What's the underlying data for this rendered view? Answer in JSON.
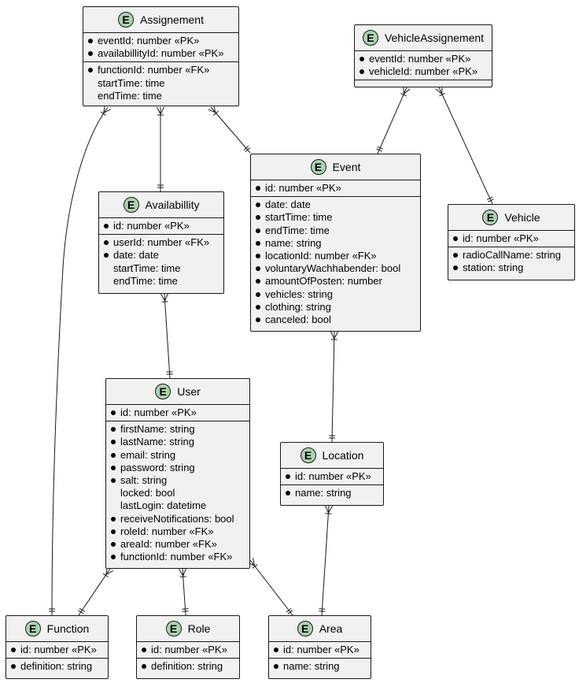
{
  "icon": {
    "name": "entity-badge-icon",
    "glyph": "E",
    "color": "#ADD1B2"
  },
  "colors": {
    "background": "#F1F1F1",
    "border": "#181818",
    "line": "#181818"
  },
  "entities": {
    "assignement": {
      "name": "Assignement",
      "sections": [
        [
          {
            "text": "eventId: number «PK»",
            "required": true
          },
          {
            "text": "availabillityId: number «PK»",
            "required": true
          }
        ],
        [
          {
            "text": "functionId: number «FK»",
            "required": true
          },
          {
            "text": "startTime: time",
            "required": false
          },
          {
            "text": "endTime: time",
            "required": false
          }
        ]
      ]
    },
    "vehicleAssignement": {
      "name": "VehicleAssignement",
      "sections": [
        [
          {
            "text": "eventId: number «PK»",
            "required": true
          },
          {
            "text": "vehicleId: number «PK»",
            "required": true
          }
        ],
        []
      ]
    },
    "event": {
      "name": "Event",
      "sections": [
        [
          {
            "text": "id: number «PK»",
            "required": true
          }
        ],
        [
          {
            "text": "date: date",
            "required": true
          },
          {
            "text": "startTime: time",
            "required": true
          },
          {
            "text": "endTime: time",
            "required": true
          },
          {
            "text": "name: string",
            "required": true
          },
          {
            "text": "locationId: number «FK»",
            "required": true
          },
          {
            "text": "voluntaryWachhabender: bool",
            "required": true
          },
          {
            "text": "amountOfPosten: number",
            "required": true
          },
          {
            "text": "vehicles: string",
            "required": true
          },
          {
            "text": "clothing: string",
            "required": true
          },
          {
            "text": "canceled: bool",
            "required": true
          }
        ]
      ]
    },
    "availabillity": {
      "name": "Availabillity",
      "sections": [
        [
          {
            "text": "id: number «PK»",
            "required": true
          }
        ],
        [
          {
            "text": "userId: number «FK»",
            "required": true
          },
          {
            "text": "date: date",
            "required": true
          },
          {
            "text": "startTime: time",
            "required": false
          },
          {
            "text": "endTime: time",
            "required": false
          }
        ]
      ]
    },
    "vehicle": {
      "name": "Vehicle",
      "sections": [
        [
          {
            "text": "id: number «PK»",
            "required": true
          }
        ],
        [
          {
            "text": "radioCallName: string",
            "required": true
          },
          {
            "text": "station: string",
            "required": true
          }
        ]
      ]
    },
    "user": {
      "name": "User",
      "sections": [
        [
          {
            "text": "id: number «PK»",
            "required": true
          }
        ],
        [
          {
            "text": "firstName: string",
            "required": true
          },
          {
            "text": "lastName: string",
            "required": true
          },
          {
            "text": "email: string",
            "required": true
          },
          {
            "text": "password: string",
            "required": true
          },
          {
            "text": "salt: string",
            "required": true
          },
          {
            "text": "locked: bool",
            "required": false
          },
          {
            "text": "lastLogin: datetime",
            "required": false
          },
          {
            "text": "receiveNotifications: bool",
            "required": true
          },
          {
            "text": "roleId: number «FK»",
            "required": true
          },
          {
            "text": "areaId: number «FK»",
            "required": true
          },
          {
            "text": "functionId: number «FK»",
            "required": true
          }
        ]
      ]
    },
    "location": {
      "name": "Location",
      "sections": [
        [
          {
            "text": "id: number «PK»",
            "required": true
          }
        ],
        [
          {
            "text": "name: string",
            "required": true
          }
        ]
      ]
    },
    "function": {
      "name": "Function",
      "sections": [
        [
          {
            "text": "id: number «PK»",
            "required": true
          }
        ],
        [
          {
            "text": "definition: string",
            "required": true
          }
        ]
      ]
    },
    "role": {
      "name": "Role",
      "sections": [
        [
          {
            "text": "id: number «PK»",
            "required": true
          }
        ],
        [
          {
            "text": "definition: string",
            "required": true
          }
        ]
      ]
    },
    "area": {
      "name": "Area",
      "sections": [
        [
          {
            "text": "id: number «PK»",
            "required": true
          }
        ],
        [
          {
            "text": "name: string",
            "required": true
          }
        ]
      ]
    }
  },
  "relations": [
    {
      "from": "assignement",
      "to": "event",
      "from_card": "one-or-many",
      "to_card": "exactly-one"
    },
    {
      "from": "assignement",
      "to": "availabillity",
      "from_card": "one-or-many",
      "to_card": "exactly-one"
    },
    {
      "from": "assignement",
      "to": "function",
      "from_card": "one-or-many",
      "to_card": "exactly-one"
    },
    {
      "from": "vehicleAssignement",
      "to": "event",
      "from_card": "one-or-many",
      "to_card": "exactly-one"
    },
    {
      "from": "vehicleAssignement",
      "to": "vehicle",
      "from_card": "one-or-many",
      "to_card": "exactly-one"
    },
    {
      "from": "availabillity",
      "to": "user",
      "from_card": "one-or-many",
      "to_card": "exactly-one"
    },
    {
      "from": "event",
      "to": "location",
      "from_card": "one-or-many",
      "to_card": "exactly-one"
    },
    {
      "from": "user",
      "to": "function",
      "from_card": "one-or-many",
      "to_card": "exactly-one"
    },
    {
      "from": "user",
      "to": "role",
      "from_card": "one-or-many",
      "to_card": "exactly-one"
    },
    {
      "from": "user",
      "to": "area",
      "from_card": "one-or-many",
      "to_card": "exactly-one"
    },
    {
      "from": "location",
      "to": "area",
      "from_card": "one-or-many",
      "to_card": "exactly-one"
    }
  ]
}
